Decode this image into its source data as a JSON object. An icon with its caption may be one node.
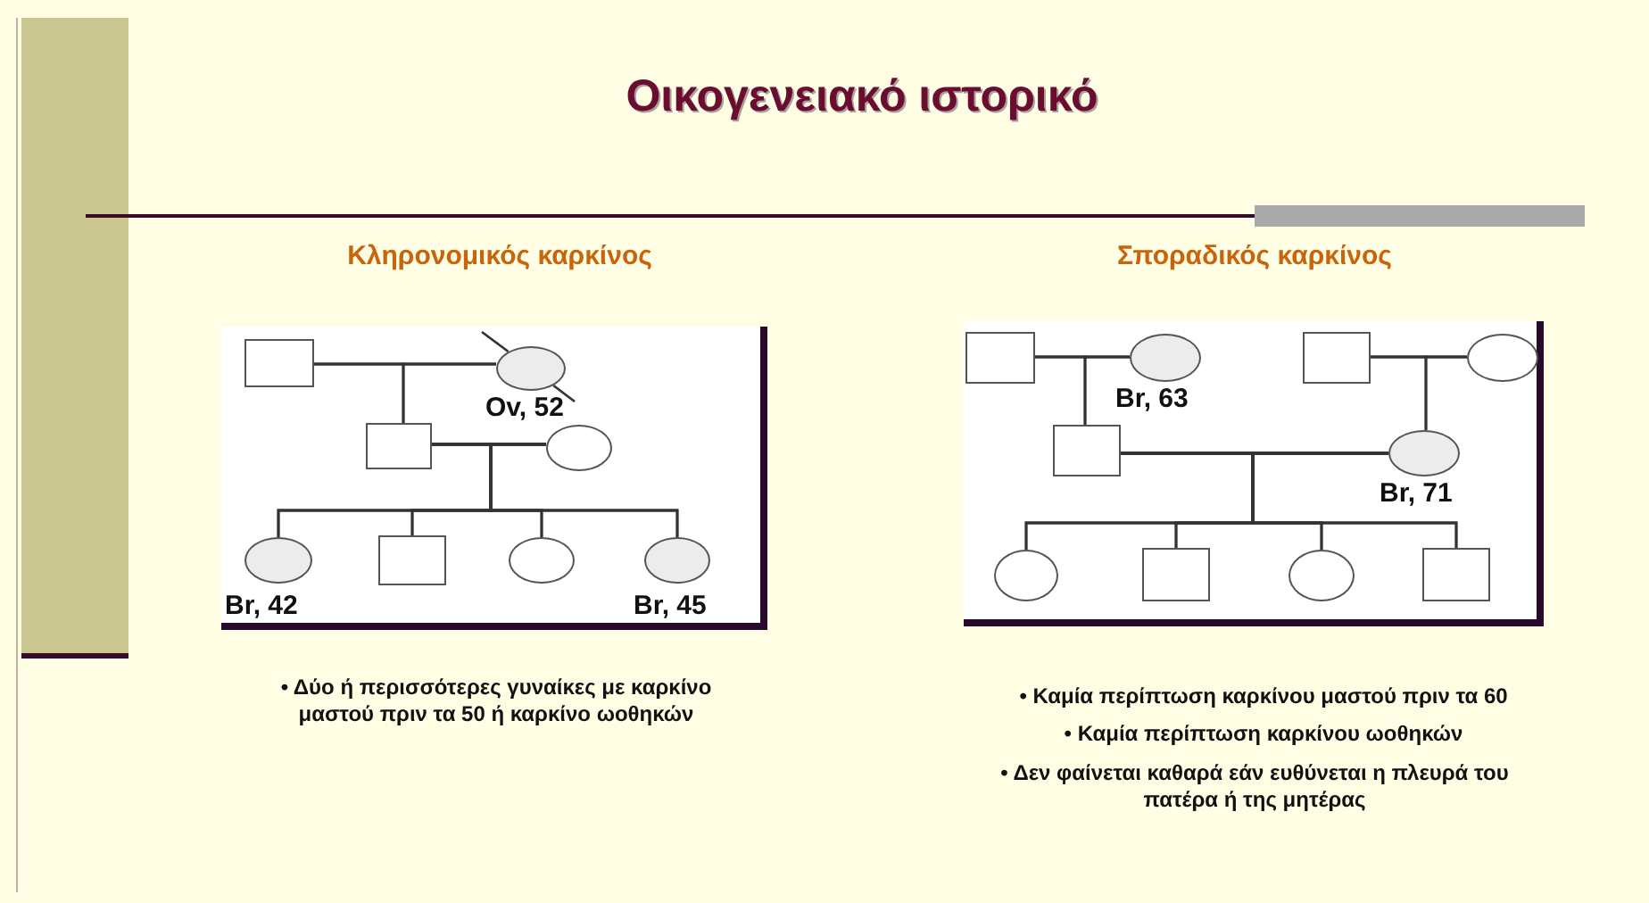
{
  "diagram": {
    "title": "Οικογενειακό ιστορικό",
    "nodes": [
      {
        "text": [],
        "shape": "box"
      },
      {
        "text": [],
        "shape": "circle",
        "beside": [
          "Ov, 52"
        ]
      },
      {
        "text": [],
        "shape": "box"
      },
      {
        "text": [],
        "shape": "circle"
      },
      {
        "text": [],
        "shape": "circle",
        "beside": [
          "Br, 42"
        ]
      },
      {
        "text": [],
        "shape": "box"
      },
      {
        "text": [],
        "shape": "circle"
      },
      {
        "text": [],
        "shape": "circle",
        "beside": [
          "Br, 45"
        ]
      },
      {
        "text": [],
        "shape": "box"
      },
      {
        "text": [],
        "shape": "circle",
        "beside": [
          "Br, 63"
        ]
      },
      {
        "text": [],
        "shape": "box"
      },
      {
        "text": [],
        "shape": "circle"
      },
      {
        "text": [],
        "shape": "box"
      },
      {
        "text": [],
        "shape": "circle",
        "beside": [
          "Br, 71"
        ]
      },
      {
        "text": [],
        "shape": "circle"
      },
      {
        "text": [],
        "shape": "box"
      },
      {
        "text": [],
        "shape": "circle"
      },
      {
        "text": [],
        "shape": "box"
      }
    ],
    "edges": [
      {
        "from": 0,
        "to": 1,
        "arrow": "none"
      },
      {
        "from": 0,
        "to": 2,
        "arrow": "none"
      },
      {
        "from": 1,
        "to": 2,
        "arrow": "none"
      },
      {
        "from": 2,
        "to": 3,
        "arrow": "none"
      },
      {
        "from": 2,
        "to": 4,
        "arrow": "none"
      },
      {
        "from": 2,
        "to": 5,
        "arrow": "none"
      },
      {
        "from": 2,
        "to": 6,
        "arrow": "none"
      },
      {
        "from": 2,
        "to": 7,
        "arrow": "none"
      },
      {
        "from": 3,
        "to": 4,
        "arrow": "none"
      },
      {
        "from": 3,
        "to": 5,
        "arrow": "none"
      },
      {
        "from": 3,
        "to": 6,
        "arrow": "none"
      },
      {
        "from": 3,
        "to": 7,
        "arrow": "none"
      },
      {
        "from": null,
        "to": 1,
        "arrow": "none"
      },
      {
        "from": 1,
        "to": null,
        "arrow": "none"
      },
      {
        "from": 8,
        "to": 9,
        "arrow": "none"
      },
      {
        "from": 8,
        "to": 12,
        "arrow": "none"
      },
      {
        "from": 9,
        "to": 12,
        "arrow": "none"
      },
      {
        "from": 10,
        "to": 11,
        "arrow": "none"
      },
      {
        "from": 10,
        "to": 13,
        "arrow": "none"
      },
      {
        "from": 11,
        "to": 13,
        "arrow": "none"
      },
      {
        "from": 12,
        "to": 13,
        "arrow": "none"
      },
      {
        "from": 12,
        "to": 14,
        "arrow": "none"
      },
      {
        "from": 12,
        "to": 15,
        "arrow": "none"
      },
      {
        "from": 12,
        "to": 16,
        "arrow": "none"
      },
      {
        "from": 12,
        "to": 17,
        "arrow": "none"
      },
      {
        "from": 13,
        "to": 14,
        "arrow": "none"
      },
      {
        "from": 13,
        "to": 15,
        "arrow": "none"
      },
      {
        "from": 13,
        "to": 16,
        "arrow": "none"
      },
      {
        "from": 13,
        "to": 17,
        "arrow": "none"
      }
    ],
    "labels": [
      "Κληρονομικός καρκίνος",
      "Σποραδικός καρκίνος",
      "• Δύο ή περισσότερες γυναίκες με καρκίνο μαστού πριν τα 50 ή καρκίνο ωοθηκών",
      "• Καμία περίπτωση καρκίνου μαστού πριν τα 60",
      "• Καμία περίπτωση καρκίνου ωοθηκών",
      "• Δεν φαίνεται καθαρά εάν ευθύνεται η πλευρά του πατέρα ή της μητέρας"
    ]
  }
}
